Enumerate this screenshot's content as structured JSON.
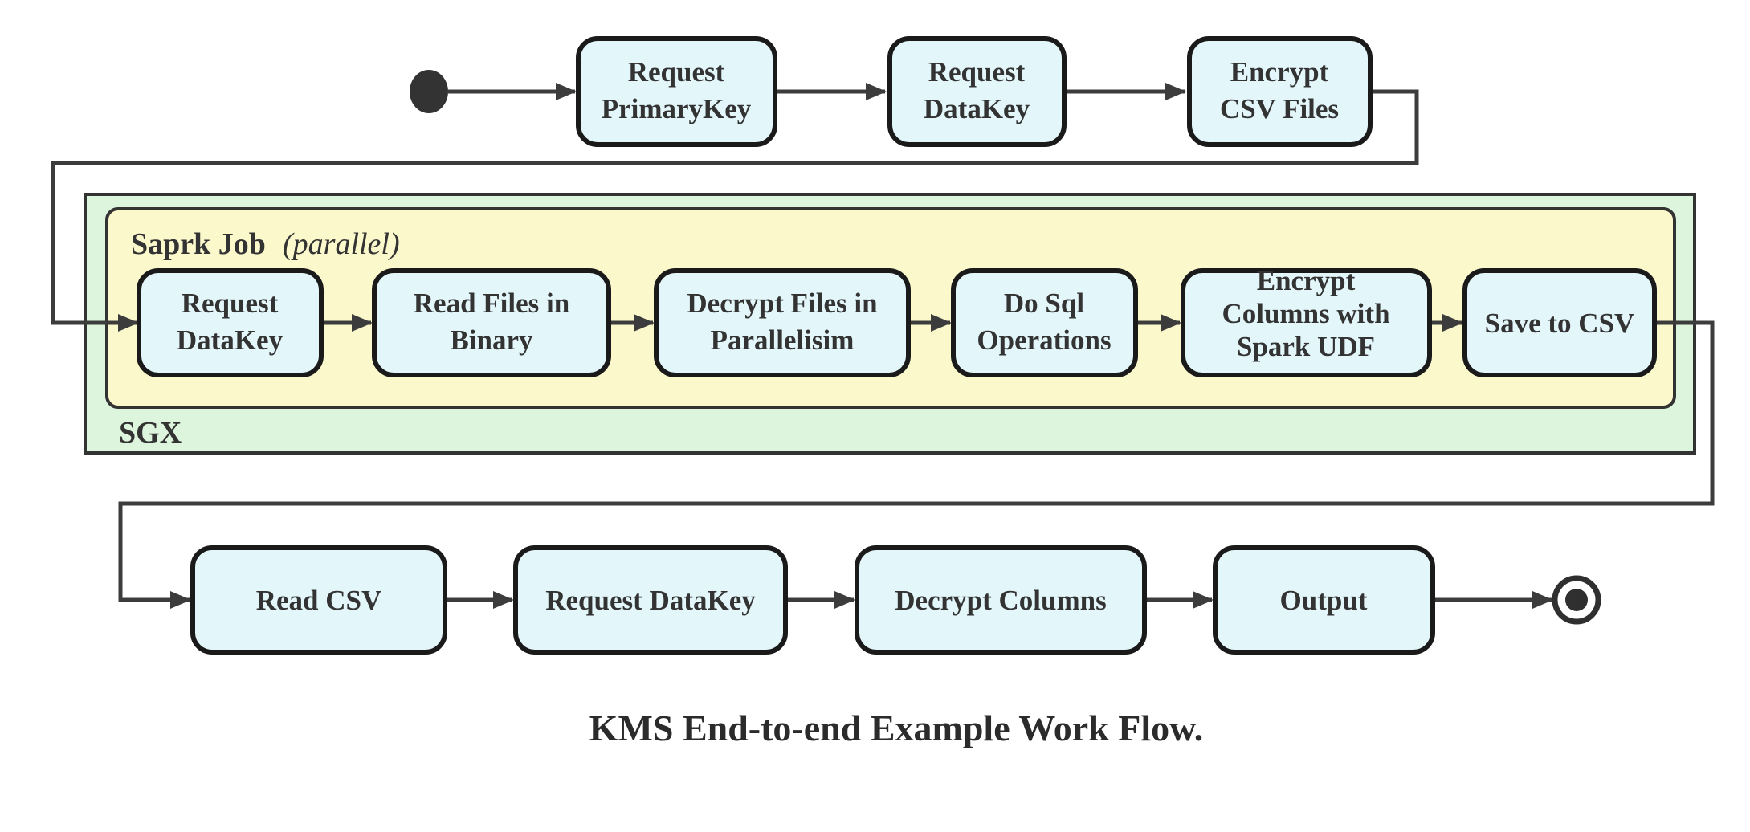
{
  "diagram": {
    "caption": "KMS End-to-end Example Work Flow.",
    "containers": {
      "sgx": {
        "label": "SGX"
      },
      "spark_job": {
        "label_bold": "Saprk Job",
        "label_italic": "(parallel)"
      }
    },
    "top_row": {
      "request_primarykey": {
        "line1": "Request",
        "line2": "PrimaryKey"
      },
      "request_datakey": {
        "line1": "Request",
        "line2": "DataKey"
      },
      "encrypt_csv_files": {
        "line1": "Encrypt",
        "line2": "CSV Files"
      }
    },
    "spark_row": {
      "request_datakey": {
        "line1": "Request",
        "line2": "DataKey"
      },
      "read_files_in_binary": {
        "line1": "Read Files in",
        "line2": "Binary"
      },
      "decrypt_files_in_parallelisim": {
        "line1": "Decrypt Files in",
        "line2": "Parallelisim"
      },
      "do_sql_operations": {
        "line1": "Do Sql",
        "line2": "Operations"
      },
      "encrypt_columns_with_spark_udf": {
        "line1": "Encrypt",
        "line2": "Columns with",
        "line3": "Spark UDF"
      },
      "save_to_csv": {
        "label": "Save to CSV"
      }
    },
    "bottom_row": {
      "read_csv": {
        "label": "Read CSV"
      },
      "request_datakey": {
        "label": "Request DataKey"
      },
      "decrypt_columns": {
        "label": "Decrypt Columns"
      },
      "output": {
        "label": "Output"
      }
    },
    "colors": {
      "node_fill": "#E3F6FA",
      "node_border": "#1A1A1A",
      "sgx_fill": "#DDF4DD",
      "spark_job_fill": "#FBF8CC",
      "container_border": "#333333",
      "edge": "#3C3C3C",
      "text": "#333333"
    }
  }
}
